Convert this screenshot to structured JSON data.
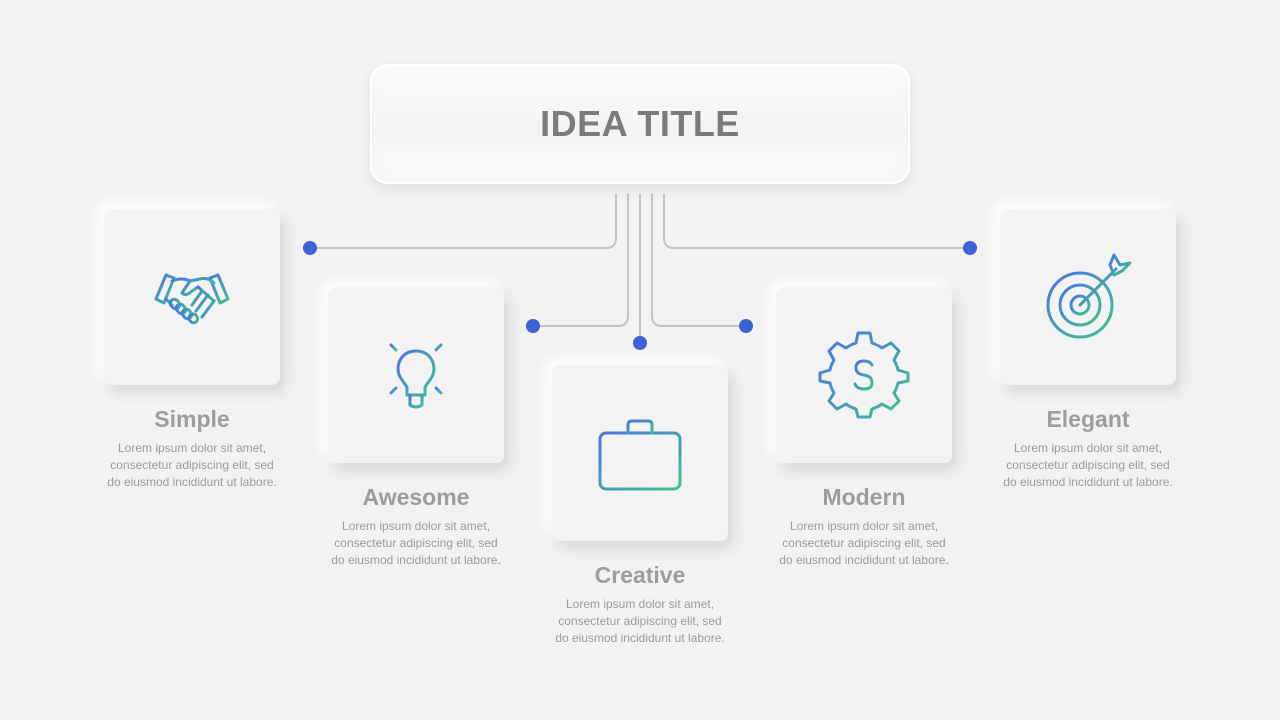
{
  "title": "IDEA TITLE",
  "colors": {
    "gradient_start": "#4a73e8",
    "gradient_end": "#3fc48a",
    "dot": "#3b63d6",
    "line": "#c4c4c4"
  },
  "items": [
    {
      "label": "Simple",
      "icon": "handshake-icon",
      "description": "Lorem ipsum dolor sit amet, consectetur adipiscing elit, sed do eiusmod incididunt ut labore."
    },
    {
      "label": "Awesome",
      "icon": "lightbulb-icon",
      "description": "Lorem ipsum dolor sit amet, consectetur adipiscing elit, sed do eiusmod incididunt ut labore."
    },
    {
      "label": "Creative",
      "icon": "briefcase-icon",
      "description": "Lorem ipsum dolor sit amet, consectetur adipiscing elit, sed do eiusmod incididunt ut labore."
    },
    {
      "label": "Modern",
      "icon": "dollar-gear-icon",
      "description": "Lorem ipsum dolor sit amet, consectetur adipiscing elit, sed do eiusmod incididunt ut labore."
    },
    {
      "label": "Elegant",
      "icon": "target-icon",
      "description": "Lorem ipsum dolor sit amet, consectetur adipiscing elit, sed do eiusmod incididunt ut labore."
    }
  ]
}
